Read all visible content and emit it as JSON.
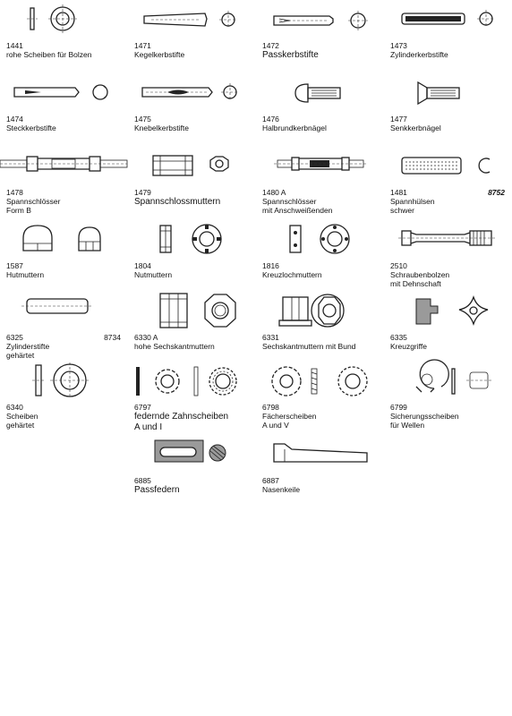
{
  "parts": [
    {
      "number": "1441",
      "name": "rohe Scheiben für Bolzen",
      "icon": "washer-icon"
    },
    {
      "number": "1471",
      "name": "Kegelkerbstifte",
      "icon": "taper-grooved-pin-icon"
    },
    {
      "number": "1472",
      "name": "Passkerbstifte",
      "icon": "fitted-grooved-pin-icon"
    },
    {
      "number": "1473",
      "name": "Zylinderkerbstifte",
      "icon": "cylindrical-grooved-pin-icon"
    },
    {
      "number": "1474",
      "name": "Steckkerbstifte",
      "icon": "plug-grooved-pin-icon"
    },
    {
      "number": "1475",
      "name": "Knebelkerbstifte",
      "icon": "toggle-grooved-pin-icon"
    },
    {
      "number": "1476",
      "name": "Halbrundkerbnägel",
      "icon": "round-head-grooved-nail-icon"
    },
    {
      "number": "1477",
      "name": "Senkkerbnägel",
      "icon": "countersunk-grooved-nail-icon"
    },
    {
      "number": "1478",
      "name": "Spannschlösser",
      "name2": "Form B",
      "icon": "turnbuckle-icon"
    },
    {
      "number": "1479",
      "name": "Spannschlossmuttern",
      "icon": "turnbuckle-nut-icon"
    },
    {
      "number": "1480 A",
      "name": "Spannschlösser",
      "name2": "mit Anschweißenden",
      "icon": "turnbuckle-weld-ends-icon"
    },
    {
      "number": "1481",
      "name": "Spannhülsen",
      "name2": "schwer",
      "extra": "8752",
      "icon": "spring-sleeve-icon"
    },
    {
      "number": "1587",
      "name": "Hutmuttern",
      "icon": "cap-nut-icon"
    },
    {
      "number": "1804",
      "name": "Nutmuttern",
      "icon": "slotted-round-nut-icon"
    },
    {
      "number": "1816",
      "name": "Kreuzlochmuttern",
      "icon": "cross-hole-nut-icon"
    },
    {
      "number": "2510",
      "name": "Schraubenbolzen",
      "name2": "mit Dehnschaft",
      "icon": "reduced-shank-bolt-icon"
    },
    {
      "number": "6325",
      "name": "Zylinderstifte",
      "name2": "gehärtet",
      "extra": "8734",
      "icon": "dowel-pin-icon"
    },
    {
      "number": "6330 A",
      "name": "hohe Sechskantmuttern",
      "icon": "high-hex-nut-icon"
    },
    {
      "number": "6331",
      "name": "Sechskantmuttern mit Bund",
      "icon": "flanged-hex-nut-icon"
    },
    {
      "number": "6335",
      "name": "Kreuzgriffe",
      "icon": "star-knob-icon"
    },
    {
      "number": "6340",
      "name": "Scheiben",
      "name2": "gehärtet",
      "icon": "hardened-washer-icon"
    },
    {
      "number": "6797",
      "name": "federnde Zahnscheiben",
      "name2": "A und I",
      "icon": "toothed-lock-washer-icon"
    },
    {
      "number": "6798",
      "name": "Fächerscheiben",
      "name2": "A und V",
      "icon": "serrated-lock-washer-icon"
    },
    {
      "number": "6799",
      "name": "Sicherungsscheiben",
      "name2": "für Wellen",
      "icon": "retaining-washer-icon"
    },
    {
      "number": "6885",
      "name": "Passfedern",
      "icon": "parallel-key-icon"
    },
    {
      "number": "6887",
      "name": "Nasenkeile",
      "icon": "gib-head-key-icon"
    }
  ]
}
